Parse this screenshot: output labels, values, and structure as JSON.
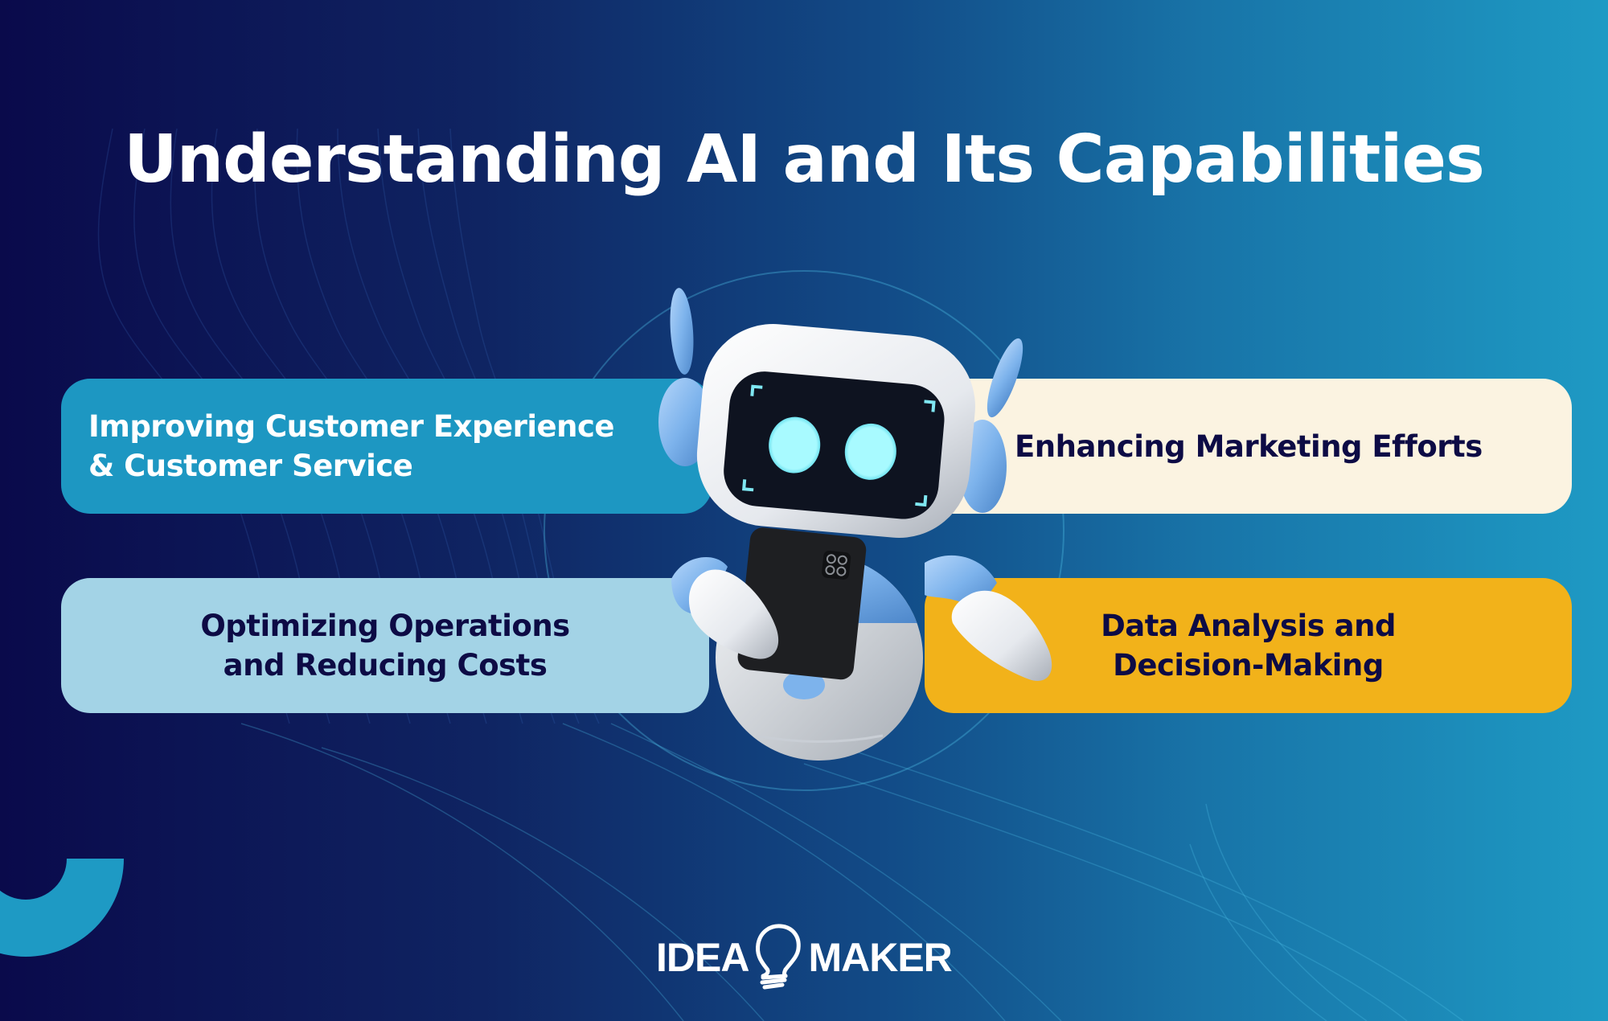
{
  "title": "Understanding AI and Its Capabilities",
  "cards": [
    {
      "label": "Improving Customer Experience\n& Customer Service",
      "bg": "#1D97C2",
      "text_color": "#FFFFFF"
    },
    {
      "label": "Optimizing Operations\nand Reducing Costs",
      "bg": "#A3D3E6",
      "text_color": "#0D0B45"
    },
    {
      "label": "Enhancing Marketing Efforts",
      "bg": "#FBF3E1",
      "text_color": "#0D0B45"
    },
    {
      "label": "Data Analysis and\nDecision-Making",
      "bg": "#F2B21A",
      "text_color": "#0D0B45"
    }
  ],
  "illustration": {
    "icon": "robot-holding-phone-icon"
  },
  "logo": {
    "left": "IDEA",
    "right": "MAKER",
    "icon": "lightbulb-icon"
  },
  "colors": {
    "bg_left": "#0A0A4B",
    "bg_right": "#1E9AC4",
    "accent": "#1E9AC4",
    "robot_blue": "#7DB3EC",
    "eye_cyan": "#A8FAFF"
  }
}
